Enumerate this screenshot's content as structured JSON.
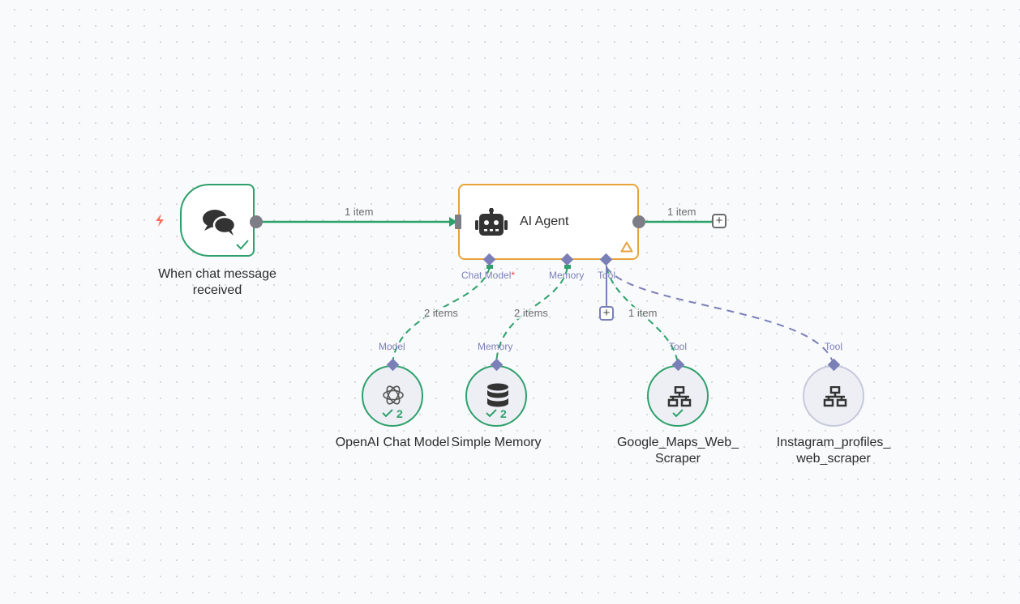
{
  "colors": {
    "success": "#2da06b",
    "warning": "#e8a23c",
    "port": "#7b7fb8",
    "handle": "#7c7d85",
    "trigger_bolt": "#ff6d5a"
  },
  "nodes": {
    "trigger": {
      "label_line1": "When chat message",
      "label_line2": "received",
      "icon": "chat-bubbles-icon",
      "status": "success"
    },
    "agent": {
      "title": "AI Agent",
      "icon": "robot-icon",
      "status": "warning",
      "ports": {
        "chat_model": "Chat Model",
        "chat_model_required": "*",
        "memory": "Memory",
        "tool": "Tool"
      }
    },
    "openai": {
      "label": "OpenAI Chat Model",
      "port_label": "Model",
      "icon": "openai-icon",
      "status_count": "2"
    },
    "memory": {
      "label": "Simple Memory",
      "port_label": "Memory",
      "icon": "database-icon",
      "status_count": "2"
    },
    "gmaps": {
      "label_line1": "Google_Maps_Web_",
      "label_line2": "Scraper",
      "port_label": "Tool",
      "icon": "network-icon",
      "status_count": ""
    },
    "instagram": {
      "label_line1": "Instagram_profiles_",
      "label_line2": "web_scraper",
      "port_label": "Tool",
      "icon": "network-icon"
    }
  },
  "edges": {
    "trigger_to_agent": "1 item",
    "agent_output": "1 item",
    "model_to_agent": "2 items",
    "memory_to_agent": "2 items",
    "gmaps_to_agent": "1 item"
  },
  "buttons": {
    "add_after_agent": "+",
    "add_tool": "+"
  }
}
